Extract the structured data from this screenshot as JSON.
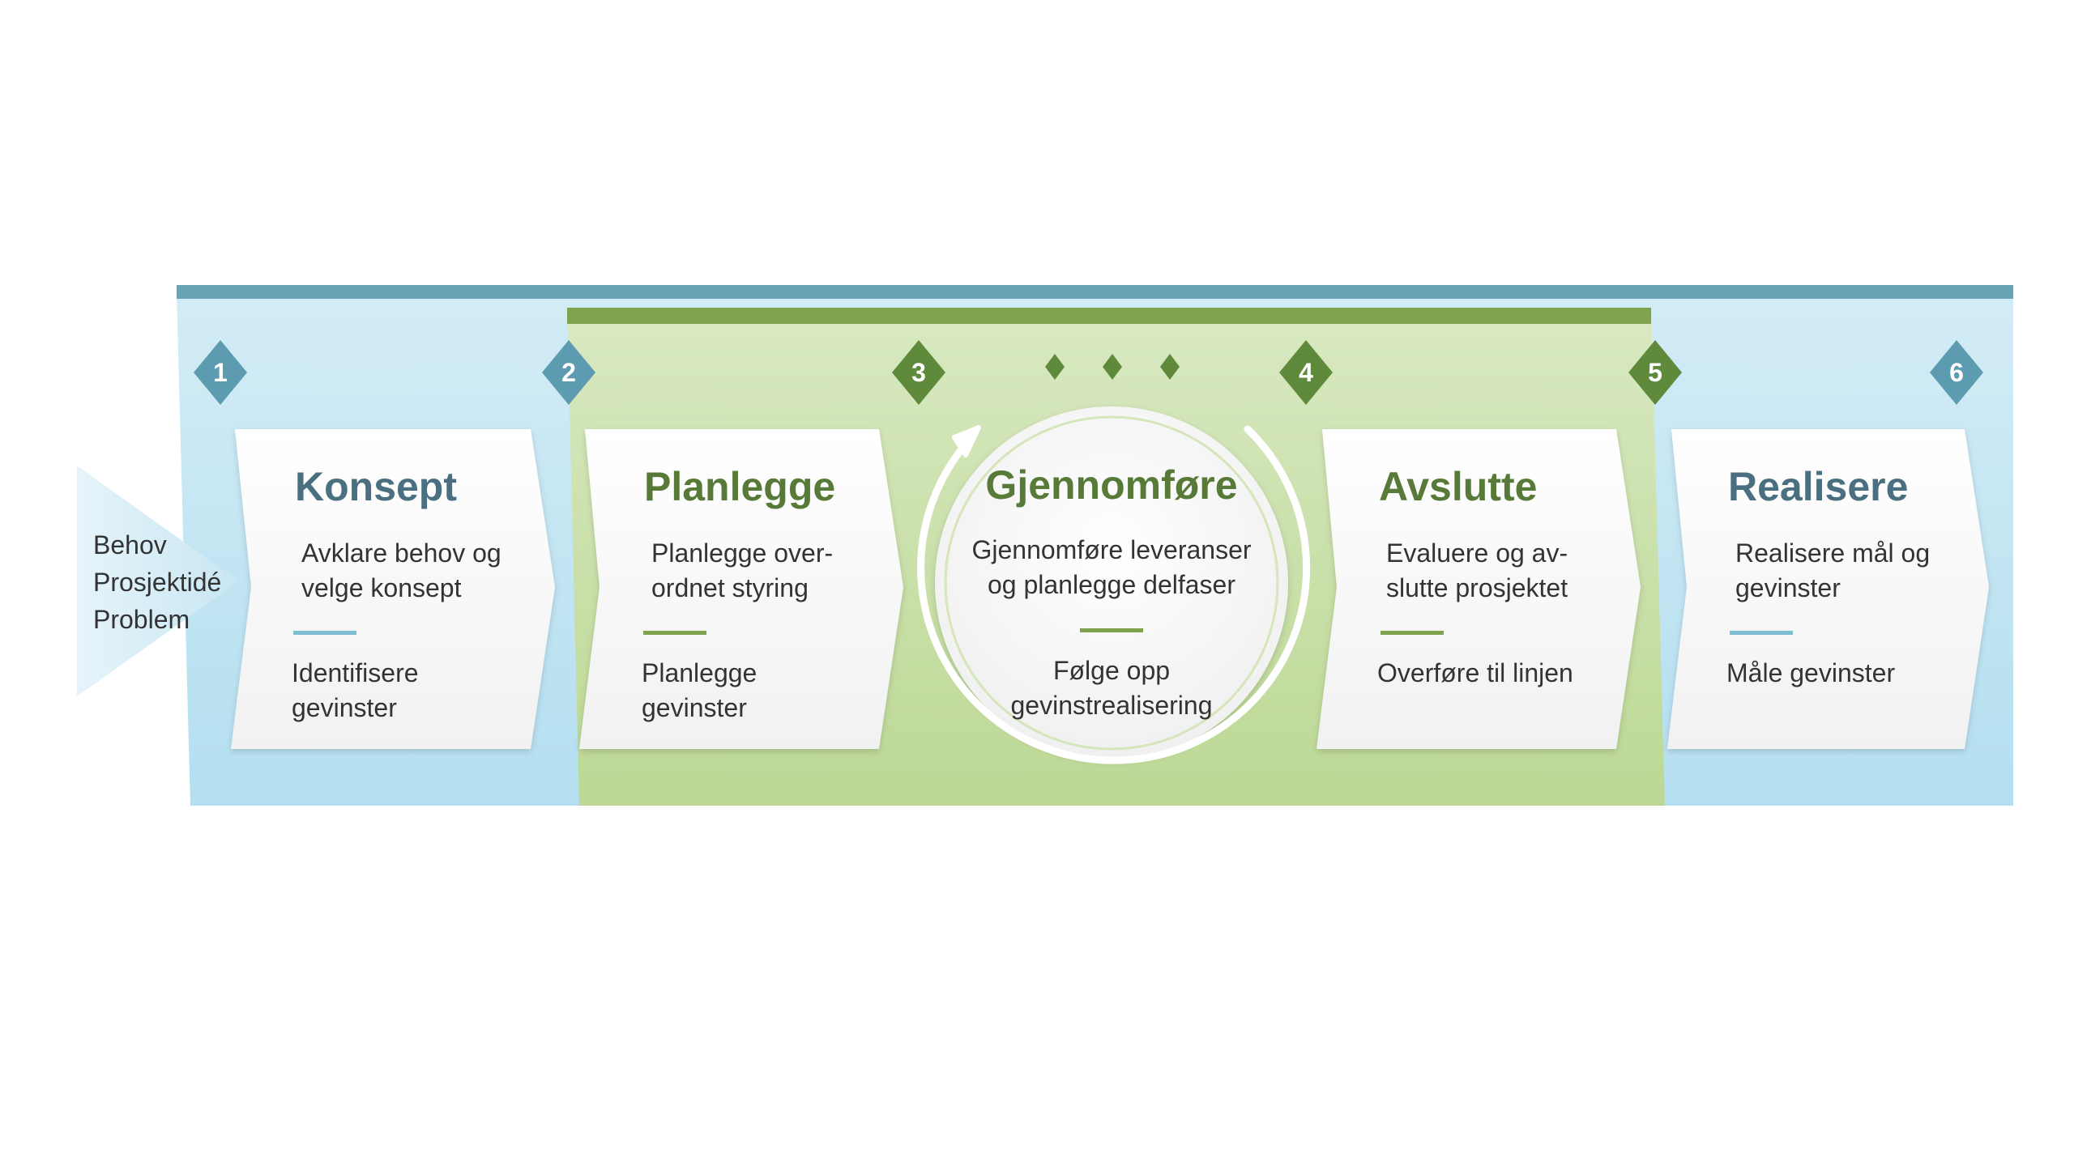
{
  "entry": {
    "lines": [
      "Behov",
      "Prosjektidé",
      "Problem"
    ]
  },
  "milestones": [
    "1",
    "2",
    "3",
    "4",
    "5",
    "6"
  ],
  "phases": [
    {
      "title": "Konsept",
      "description": "Avklare behov og velge konsept",
      "benefit": "Identifisere gevinster"
    },
    {
      "title": "Planlegge",
      "description": "Planlegge over-ordnet styring",
      "benefit": "Planlegge gevinster"
    },
    {
      "title": "Gjennomføre",
      "description": "Gjennomføre leveranser og planlegge delfaser",
      "benefit": "Følge opp gevinstrealisering"
    },
    {
      "title": "Avslutte",
      "description": "Evaluere og av-slutte prosjektet",
      "benefit": "Overføre til linjen"
    },
    {
      "title": "Realisere",
      "description": "Realisere mål og gevinster",
      "benefit": "Måle gevinster"
    }
  ],
  "colors": {
    "top_bar": "#67a3b5",
    "blue_band": "#c5e6f3",
    "green_band": "#c9e0a9",
    "green_bar": "#7fa34c",
    "blue_diamond": "#5c9bb0",
    "green_diamond": "#5f8a3b",
    "card": "#f8f8f8",
    "title_blue": "#4a6f80",
    "title_green": "#587a38"
  }
}
